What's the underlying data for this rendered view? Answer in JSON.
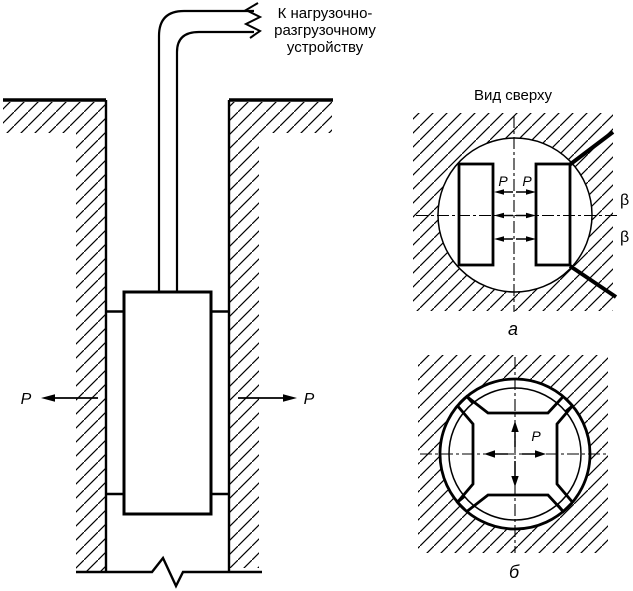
{
  "figure": {
    "connection_note": {
      "lines": [
        "К нагрузочно-",
        "разгрузочному",
        "устройству"
      ]
    },
    "top_view_title": "Вид сверху",
    "force_label": "P",
    "beta_label": "β",
    "subfigure_a": "а",
    "subfigure_b": "б"
  },
  "colors": {
    "ink": "#000000",
    "background": "#ffffff"
  }
}
